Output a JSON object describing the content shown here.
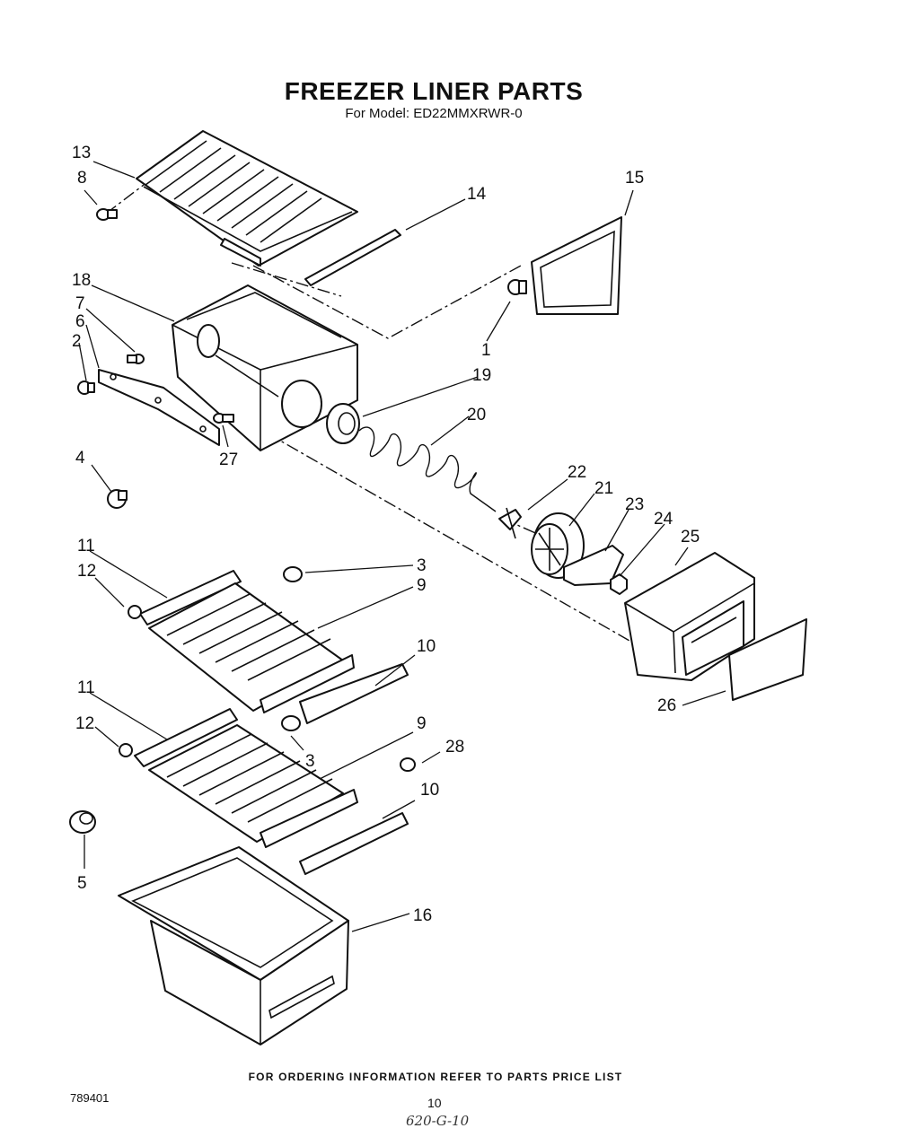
{
  "title": "FREEZER LINER PARTS",
  "subtitle": "For Model: ED22MMXRWR-0",
  "footer_note": "FOR ORDERING INFORMATION REFER TO PARTS PRICE LIST",
  "doc_number": "789401",
  "page_number": "10",
  "handwritten_note": "620-G-10",
  "callouts": {
    "c13": "13",
    "c8": "8",
    "c14": "14",
    "c15": "15",
    "c18": "18",
    "c7": "7",
    "c6": "6",
    "c2": "2",
    "c1": "1",
    "c19": "19",
    "c20": "20",
    "c27": "27",
    "c4": "4",
    "c22": "22",
    "c21": "21",
    "c23": "23",
    "c24": "24",
    "c25": "25",
    "c11a": "11",
    "c12a": "12",
    "c3a": "3",
    "c9a": "9",
    "c10a": "10",
    "c26": "26",
    "c11b": "11",
    "c12b": "12",
    "c9b": "9",
    "c28": "28",
    "c3b": "3",
    "c10b": "10",
    "c5": "5",
    "c16": "16"
  }
}
